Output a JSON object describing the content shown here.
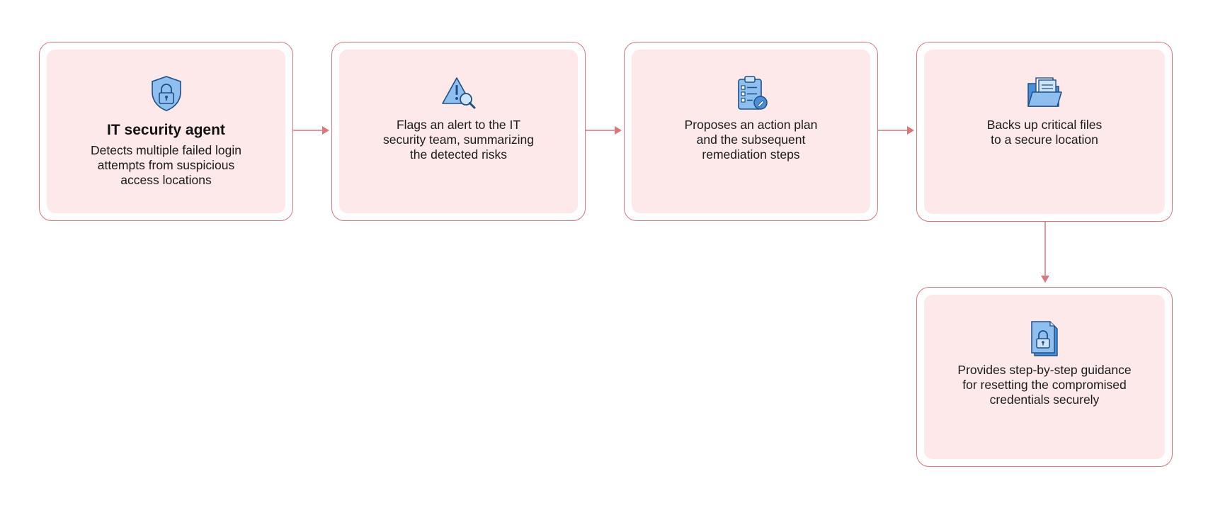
{
  "colors": {
    "border": "#d9777c",
    "fill": "#fde9ea",
    "icon_fill": "#8fbfee",
    "icon_stroke": "#1e4f86"
  },
  "steps": [
    {
      "icon": "shield-lock-icon",
      "title": "IT security agent",
      "desc": "Detects multiple failed login\nattempts from suspicious\naccess locations"
    },
    {
      "icon": "alert-search-icon",
      "title": "",
      "desc": "Flags an alert to the IT\nsecurity team, summarizing\nthe detected risks"
    },
    {
      "icon": "clipboard-checklist-icon",
      "title": "",
      "desc": "Proposes an action plan\nand the subsequent\nremediation steps"
    },
    {
      "icon": "folder-files-icon",
      "title": "",
      "desc": "Backs up critical files\nto a secure location"
    },
    {
      "icon": "document-lock-icon",
      "title": "",
      "desc": "Provides step-by-step guidance\nfor resetting the compromised\ncredentials securely"
    }
  ]
}
